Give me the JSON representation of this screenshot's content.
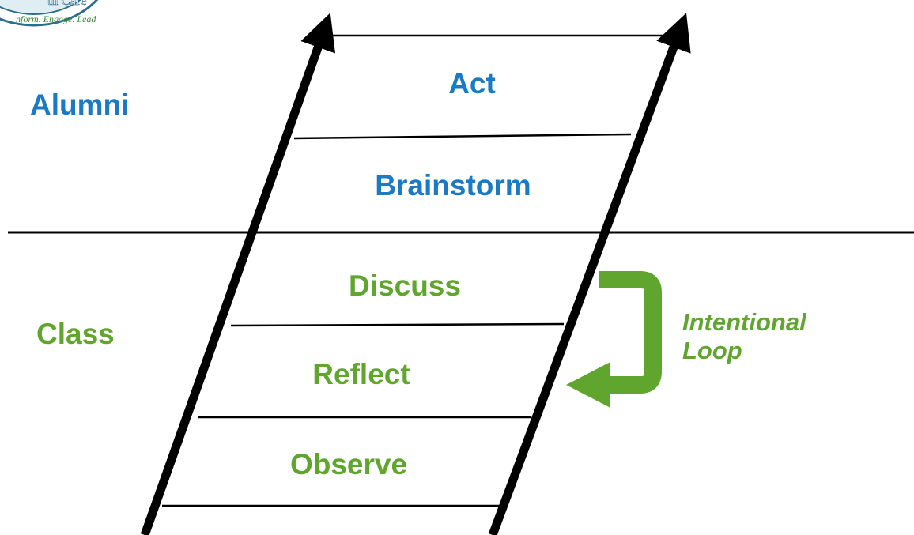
{
  "diagram": {
    "rungs": [
      {
        "label": "Act",
        "group": "alumni"
      },
      {
        "label": "Brainstorm",
        "group": "alumni"
      },
      {
        "label": "Discuss",
        "group": "class"
      },
      {
        "label": "Reflect",
        "group": "class"
      },
      {
        "label": "Observe",
        "group": "class"
      }
    ],
    "groups": {
      "alumni": "Alumni",
      "class": "Class"
    },
    "loop": {
      "line1": "Intentional",
      "line2": "Loop"
    },
    "logo": {
      "text_top": "th Care",
      "text_bottom": "nform. Engage. Lead"
    }
  },
  "colors": {
    "blue": "#1a7ac4",
    "green": "#5fa52e",
    "ink": "#000000",
    "logo_ring": "#2d6e8f"
  }
}
